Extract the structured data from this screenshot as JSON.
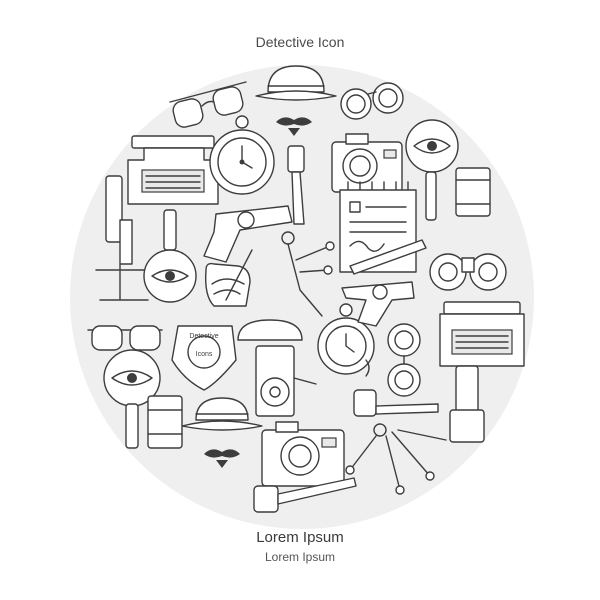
{
  "header": {
    "title": "Detective Icon"
  },
  "badge": {
    "line1": "Detective",
    "line2": "Icons"
  },
  "footer": {
    "heading": "Lorem Ipsum",
    "subheading": "Lorem Ipsum"
  },
  "colors": {
    "background": "#ffffff",
    "circle": "#efefef",
    "stroke": "#3d3d3d",
    "text": "#4a4a4a"
  },
  "icons": [
    "glasses-icon",
    "bowler-hat-icon",
    "mustache-icon",
    "handcuffs-icon",
    "typewriter-icon",
    "pocket-watch-icon",
    "smoking-pipe-icon",
    "camera-icon",
    "magnifier-eye-icon",
    "microscope-icon",
    "notepad-icon",
    "pencil-icon",
    "revolver-icon",
    "keys-icon",
    "binoculars-icon",
    "fingerprint-icon",
    "police-badge-icon",
    "telephone-icon",
    "flashlight-icon"
  ]
}
